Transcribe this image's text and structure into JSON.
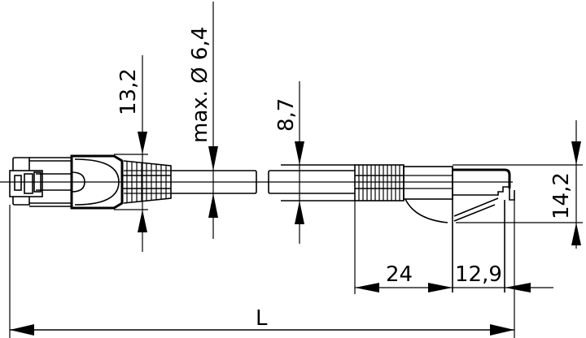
{
  "drawing": {
    "title": "Patch cable dimension drawing",
    "stroke_color": "#000000",
    "background": "#ffffff",
    "dimensions": {
      "boot_left_height": "13,2",
      "cable_diameter": "max. Ø 6,4",
      "cable_sleeve_height": "8,7",
      "plug_right_height": "14,2",
      "boot_length": "24",
      "plug_length": "12,9",
      "overall_length": "L"
    }
  }
}
